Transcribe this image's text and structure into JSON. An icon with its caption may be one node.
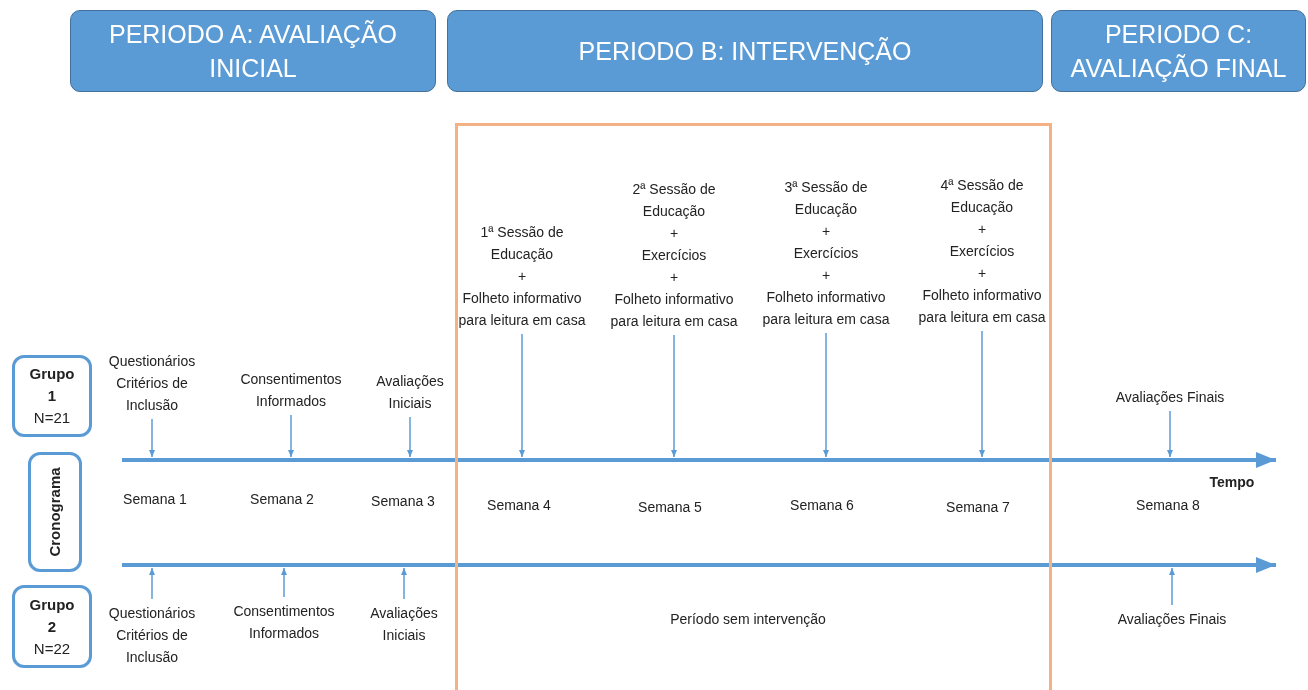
{
  "diagram": {
    "nodes": [
      {
        "text": [
          "PERIODO A: AVALIAÇÃO INICIAL"
        ]
      },
      {
        "text": [
          "PERIODO B: INTERVENÇÃO"
        ]
      },
      {
        "text": [
          "PERIODO C: AVALIAÇÃO FINAL"
        ]
      },
      {
        "text": [],
        "shape": "box"
      },
      {
        "text": [
          "1ª Sessão de Educação",
          "+",
          "Folheto informativo para leitura em casa"
        ],
        "in": 3
      },
      {
        "text": [
          "2ª Sessão de Educação",
          "+",
          "Exercícios",
          "+",
          "Folheto informativo para leitura em casa"
        ],
        "in": 3
      },
      {
        "text": [
          "3ª Sessão de Educação",
          "+",
          "Exercícios",
          "+",
          "Folheto informativo para leitura em casa"
        ],
        "in": 3
      },
      {
        "text": [
          "4ª Sessão de Educação",
          "+",
          "Exercícios",
          "+",
          "Folheto informativo para leitura em casa"
        ],
        "in": 3
      },
      {
        "text": [
          "Grupo 1",
          "N=21"
        ]
      },
      {
        "text": [
          "Questionários Critérios de Inclusão"
        ]
      },
      {
        "text": [
          "Consentimentos Informados"
        ]
      },
      {
        "text": [
          "Avaliações Iniciais"
        ]
      },
      {
        "text": [
          "Avaliações Finais"
        ]
      },
      {
        "text": [
          "Cronograma"
        ]
      },
      {
        "text": [
          "Grupo 2",
          "N=22"
        ]
      },
      {
        "text": [
          "Questionários Critérios de Inclusão"
        ]
      },
      {
        "text": [
          "Consentimentos Informados"
        ]
      },
      {
        "text": [
          "Avaliações Iniciais"
        ]
      },
      {
        "text": [
          "Avaliações Finais"
        ]
      }
    ],
    "edges": [
      {
        "from": 9,
        "to": null,
        "arrow": "to"
      },
      {
        "from": 10,
        "to": null,
        "arrow": "to"
      },
      {
        "from": 11,
        "to": null,
        "arrow": "to"
      },
      {
        "from": 4,
        "to": null,
        "arrow": "to"
      },
      {
        "from": 5,
        "to": null,
        "arrow": "to"
      },
      {
        "from": 6,
        "to": null,
        "arrow": "to"
      },
      {
        "from": 7,
        "to": null,
        "arrow": "to"
      },
      {
        "from": 12,
        "to": null,
        "arrow": "to"
      },
      {
        "from": 15,
        "to": null,
        "arrow": "to"
      },
      {
        "from": 16,
        "to": null,
        "arrow": "to"
      },
      {
        "from": 17,
        "to": null,
        "arrow": "to"
      },
      {
        "from": 18,
        "to": null,
        "arrow": "to"
      }
    ],
    "labels": [
      "Semana 1",
      "Semana 2",
      "Semana 3",
      "Semana 4",
      "Semana 5",
      "Semana 6",
      "Semana 7",
      "Tempo",
      "Semana 8",
      "Período sem intervenção"
    ]
  }
}
